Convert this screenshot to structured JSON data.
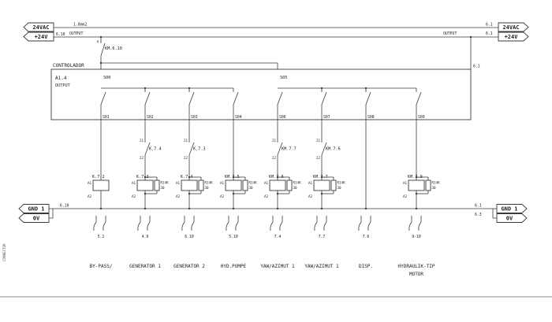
{
  "side": {
    "connector_label": "CONNECTOR"
  },
  "power": {
    "top_left": {
      "tag1": "24VAC",
      "tag2": "+24V",
      "ref": "6.10",
      "gauge": "1.8mm2",
      "output_label": "OUTPUT"
    },
    "top_right": {
      "tag1": "24VAC",
      "tag2": "+24V",
      "ref1": "6.1",
      "ref2": "6.1",
      "output_label": "OUTPUT"
    },
    "bottom_left": {
      "tag1": "GND 1",
      "tag2": "0V",
      "ref": "6.10"
    },
    "bottom_right": {
      "tag1": "GND 1",
      "tag2": "0V",
      "ref1": "6.1",
      "ref2": "6.3"
    }
  },
  "feed_contact": {
    "name": "KM.6.10",
    "pin": "4"
  },
  "controller": {
    "title": "CONTROLADOR",
    "device": "A1.4",
    "device_label": "OUTPUT",
    "corner_ref": "6.1",
    "terminal_a": "S00",
    "terminal_b": "S05",
    "outputs": [
      "S01",
      "S02",
      "S03",
      "S04",
      "S06",
      "S07",
      "S08",
      "S09"
    ]
  },
  "interlocks": [
    {
      "name": "K.7.4",
      "pin_top": "21",
      "pin_bottom": "22"
    },
    {
      "name": "K.7.3",
      "pin_top": "21",
      "pin_bottom": "22"
    },
    {
      "name": "KM.7.7",
      "pin_top": "21",
      "pin_bottom": "22"
    },
    {
      "name": "KM.7.6",
      "pin_top": "21",
      "pin_bottom": "22"
    }
  ],
  "coils": [
    {
      "name": "K.7.2",
      "pin_top": "A1",
      "pin_bottom": "A2"
    },
    {
      "name": "K.7.3",
      "pin_top": "A1",
      "pin_bottom": "A2"
    },
    {
      "name": "K.7.4",
      "pin_top": "A1",
      "pin_bottom": "A2"
    },
    {
      "name": "KM.7.5",
      "pin_top": "A1",
      "pin_bottom": "A2"
    },
    {
      "name": "KM.7.6",
      "pin_top": "A1",
      "pin_bottom": "A2"
    },
    {
      "name": "KM.7.7",
      "pin_top": "A1",
      "pin_bottom": "A2"
    },
    {
      "name": "KM.7.9",
      "pin_top": "A1",
      "pin_bottom": "A2"
    }
  ],
  "suppressor": {
    "name": "R14K",
    "pin": "30"
  },
  "connector_refs": [
    "5.2",
    "4.9",
    "6.10",
    "5.10",
    "7.4",
    "7.7",
    "7.6",
    "9-10"
  ],
  "functions": [
    "BY-PASS/",
    "GENERATOR 1",
    "GENERATOR 2",
    "HYD.PUMPE",
    "YAW/AZIMUT 1",
    "YAW/AZIMUT 1",
    "DISP.",
    "HYDRAULIK-TIP"
  ],
  "motor_sub_label": "MOTOR"
}
